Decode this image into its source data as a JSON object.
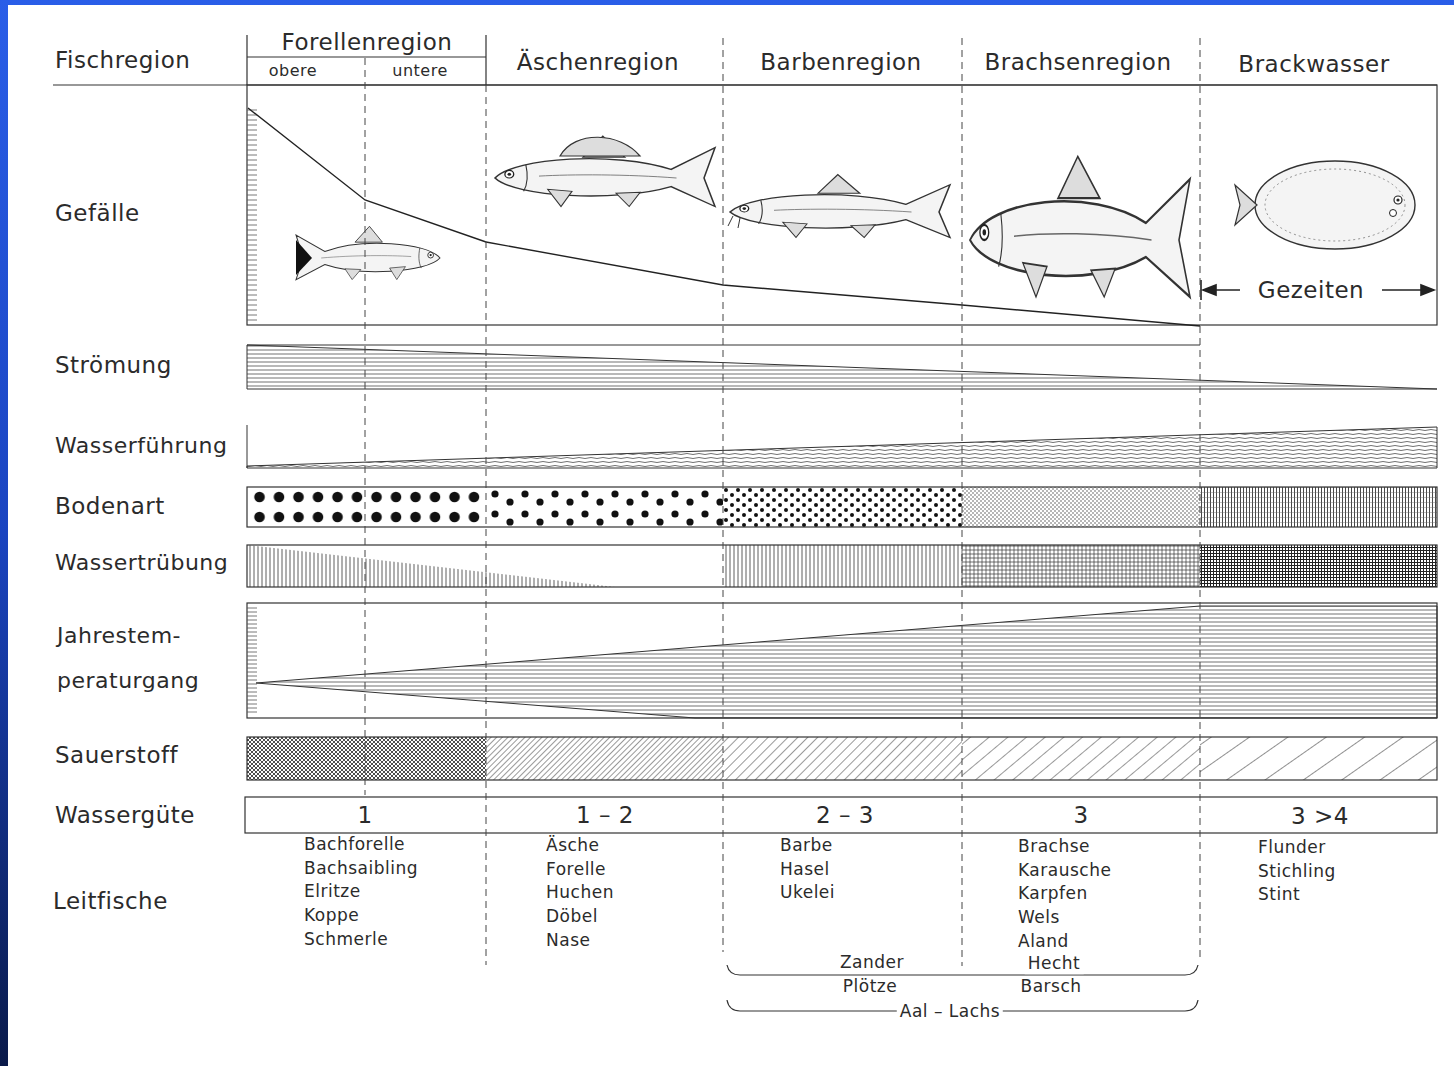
{
  "diagram": {
    "labels": [
      "Fischregion",
      "Forellenregion",
      "obere",
      "untere",
      "Äschenregion",
      "Barbenregion",
      "Brachsenregion",
      "Brackwasser",
      "Gefälle",
      "Gezeiten",
      "Strömung",
      "Wasserführung",
      "Bodenart",
      "Wassertrübung",
      "Jahrestem- peraturgang",
      "Sauerstoff",
      "Wassergüte",
      "1",
      "1 – 2",
      "2 – 3",
      "3",
      "3 >4",
      "Leitfische",
      "Bachforelle",
      "Bachsaibling",
      "Elritze",
      "Koppe",
      "Schmerle",
      "Äsche",
      "Forelle",
      "Huchen",
      "Döbel",
      "Nase",
      "Barbe",
      "Hasel",
      "Ukelei",
      "Brachse",
      "Karausche",
      "Karpfen",
      "Wels",
      "Aland",
      "Flunder",
      "Stichling",
      "Stint",
      "Zander",
      "Hecht",
      "Plötze",
      "Barsch",
      "Aal – Lachs"
    ]
  }
}
